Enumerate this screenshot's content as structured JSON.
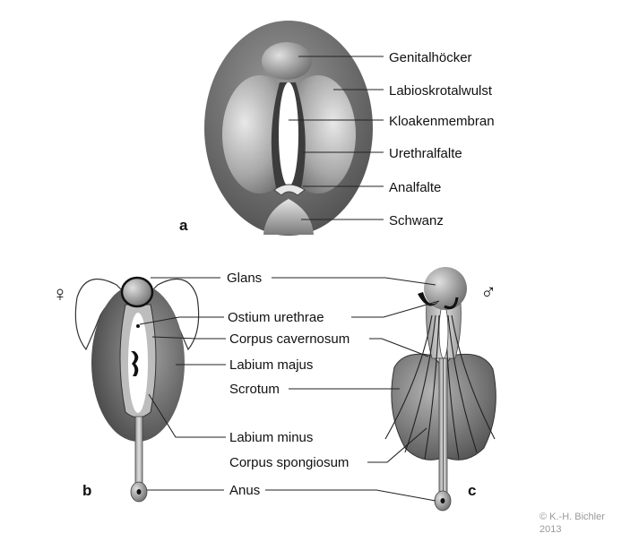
{
  "panel_a": {
    "letter": "a",
    "labels": [
      "Genitalhöcker",
      "Labioskrotalwulst",
      "Kloakenmembran",
      "Urethralfalte",
      "Analfalte",
      "Schwanz"
    ]
  },
  "panel_b": {
    "letter": "b",
    "symbol": "♀"
  },
  "panel_c": {
    "letter": "c",
    "symbol": "♂"
  },
  "shared_labels": [
    "Glans",
    "Ostium urethrae",
    "Corpus cavernosum",
    "Labium majus",
    "Scrotum",
    "Labium minus",
    "Corpus spongiosum",
    "Anus"
  ],
  "copyright": {
    "line1": "© K.-H. Bichler",
    "line2": "2013"
  }
}
